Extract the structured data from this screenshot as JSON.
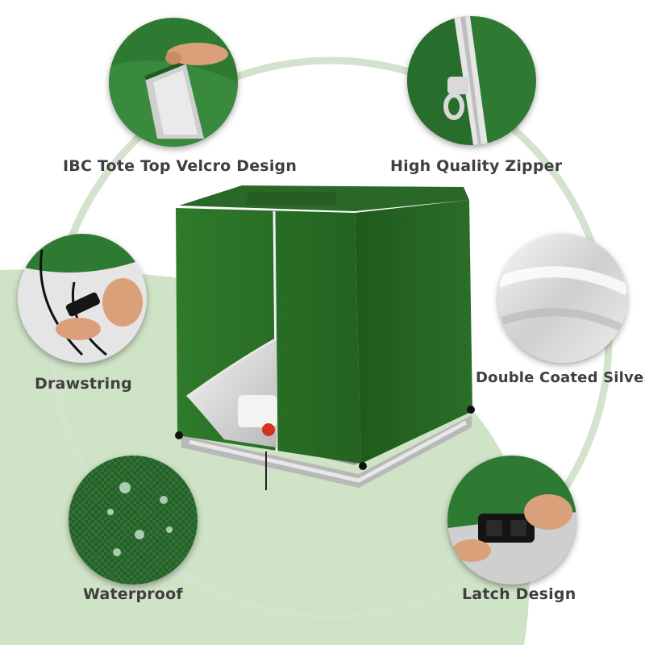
{
  "colors": {
    "ring": "#d3e3cd",
    "background_wash": "#cfe3c6",
    "cover_green": "#2e6e2a",
    "cover_dark": "#1d5019",
    "silver_lining": "#dcdcdc",
    "label_text": "#3f3f3f"
  },
  "features": [
    {
      "id": "velcro",
      "label": "IBC Tote Top Velcro Design",
      "icon": "velcro-closeup-image"
    },
    {
      "id": "zipper",
      "label": "High Quality Zipper",
      "icon": "zipper-closeup-image"
    },
    {
      "id": "drawstring",
      "label": "Drawstring",
      "icon": "drawstring-closeup-image"
    },
    {
      "id": "silver",
      "label": "Double Coated Silver",
      "icon": "silver-fabric-closeup-image"
    },
    {
      "id": "waterproof",
      "label": "Waterproof",
      "icon": "water-droplets-closeup-image"
    },
    {
      "id": "latch",
      "label": "Latch Design",
      "icon": "buckle-closeup-image"
    }
  ],
  "product": {
    "icon": "ibc-tote-cover-image"
  }
}
